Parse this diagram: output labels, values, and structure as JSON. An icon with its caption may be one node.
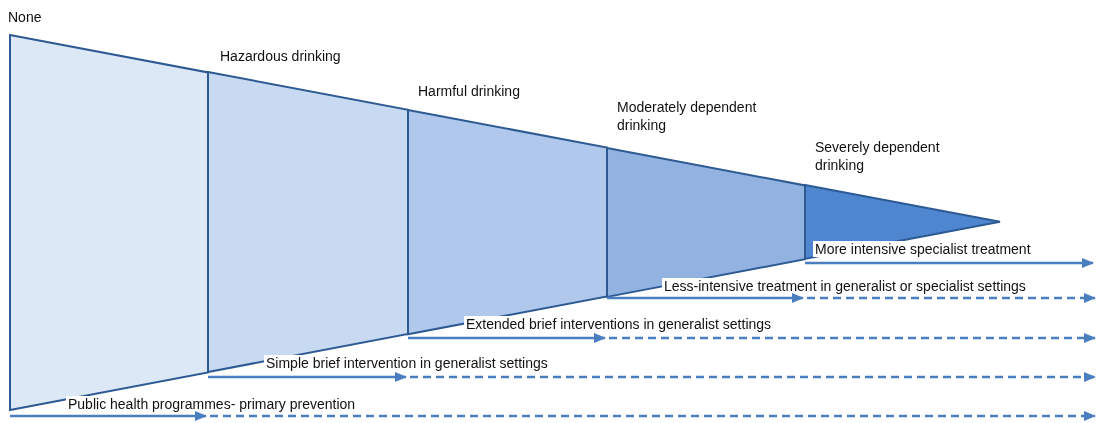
{
  "diagram": {
    "nodes": [
      {
        "text": [
          "None"
        ]
      },
      {
        "text": [
          "Hazardous drinking"
        ]
      },
      {
        "text": [
          "Harmful drinking"
        ]
      },
      {
        "text": [
          "Moderately dependent drinking"
        ]
      },
      {
        "text": [
          "Severely dependent drinking"
        ]
      }
    ],
    "edges": [
      {
        "from": 0,
        "to": null,
        "arrow": "to",
        "style": "dashed",
        "label": "Public health programmes- primary prevention"
      },
      {
        "from": 1,
        "to": null,
        "arrow": "to",
        "style": "dashed",
        "label": "Simple brief intervention in generalist settings"
      },
      {
        "from": 2,
        "to": null,
        "arrow": "to",
        "style": "dashed",
        "label": "Extended brief interventions in generalist settings"
      },
      {
        "from": 3,
        "to": null,
        "arrow": "to",
        "style": "dashed",
        "label": "Less-intensive treatment in generalist or specialist settings"
      },
      {
        "from": 4,
        "to": null,
        "arrow": "to",
        "label": "More intensive specialist treatment"
      }
    ]
  }
}
